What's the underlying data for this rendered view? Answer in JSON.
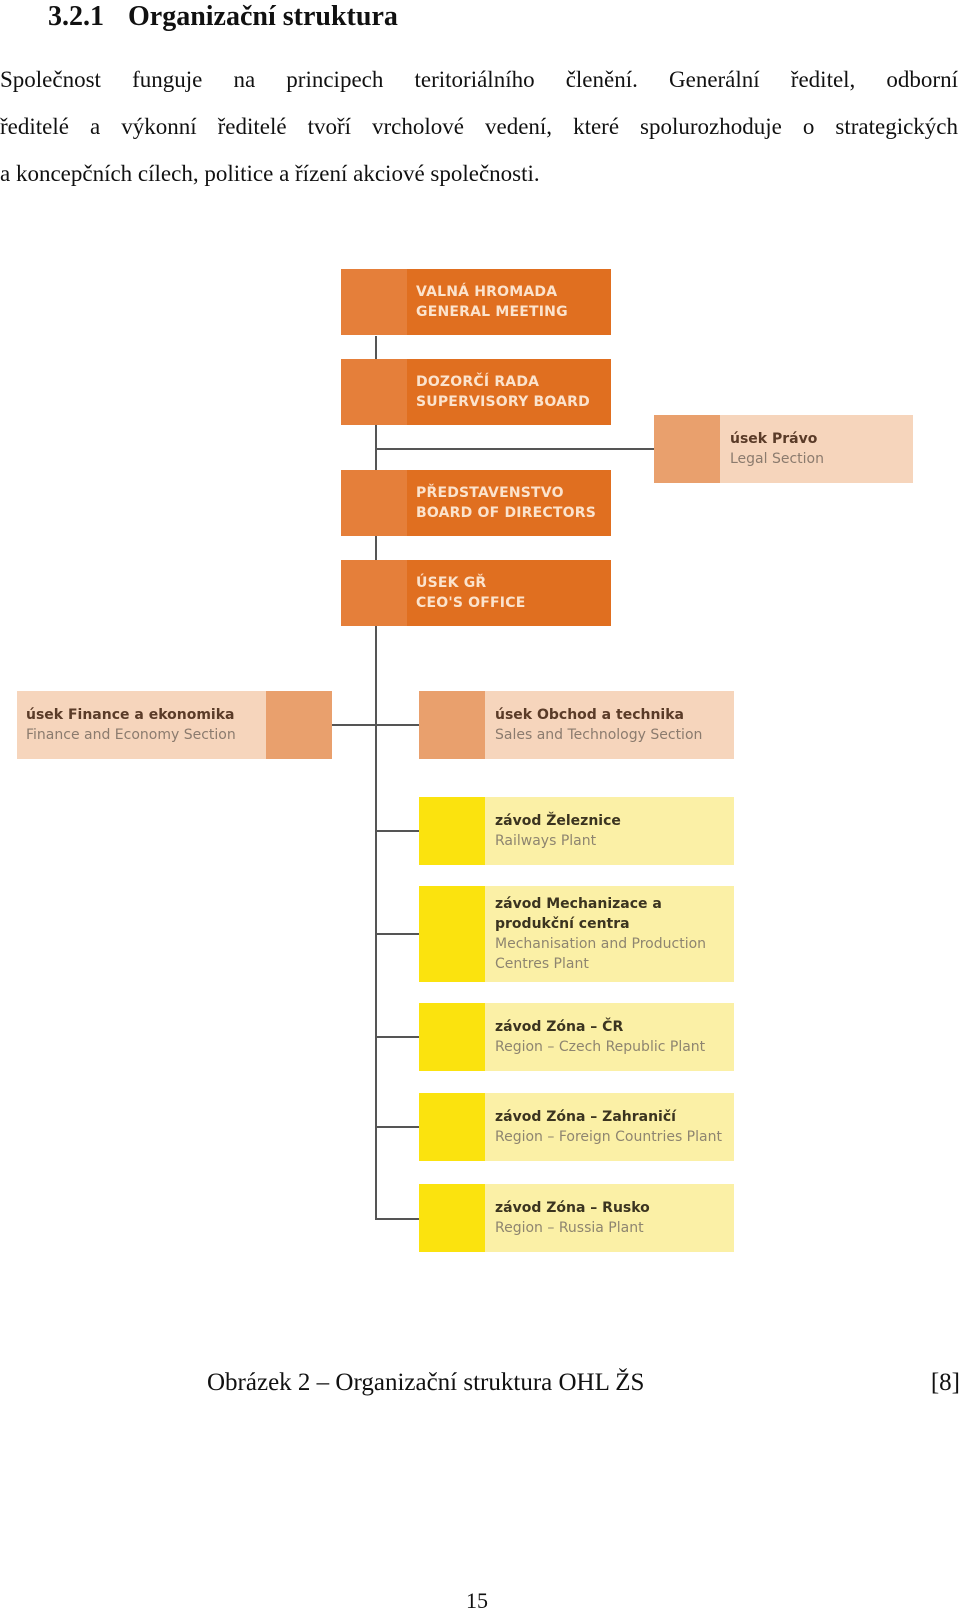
{
  "section": {
    "number": "3.2.1",
    "title": "Organizační struktura",
    "paragraph_lines": [
      "Společnost funguje na principech teritoriálního členění. Generální ředitel, odborní",
      "ředitelé a výkonní ředitelé tvoří vrcholové vedení, které spolurozhoduje o strategických",
      "a koncepčních cílech, politice a řízení akciové společnosti."
    ]
  },
  "org_chart": {
    "top_boxes": [
      {
        "cz": "VALNÁ HROMADA",
        "en": "GENERAL MEETING"
      },
      {
        "cz": "DOZORČÍ RADA",
        "en": "SUPERVISORY BOARD"
      },
      {
        "cz": "PŘEDSTAVENSTVO",
        "en": "BOARD OF DIRECTORS"
      },
      {
        "cz": "ÚSEK GŘ",
        "en": "CEO'S OFFICE"
      }
    ],
    "legal": {
      "cz": "úsek Právo",
      "en": "Legal Section"
    },
    "finance": {
      "cz": "úsek Finance a ekonomika",
      "en": "Finance and Economy Section"
    },
    "sales": {
      "cz": "úsek Obchod a technika",
      "en": "Sales and Technology Section"
    },
    "plants": [
      {
        "cz": "závod Železnice",
        "en": "Railways Plant"
      },
      {
        "cz": "závod Mechanizace a produkční centra",
        "en": "Mechanisation and Production Centres Plant"
      },
      {
        "cz": "závod Zóna – ČR",
        "en": "Region – Czech Republic Plant"
      },
      {
        "cz": "závod Zóna – Zahraničí",
        "en": "Region – Foreign Countries Plant"
      },
      {
        "cz": "závod Zóna – Rusko",
        "en": "Region – Russia Plant"
      }
    ],
    "colors": {
      "orange": "#e06f20",
      "peach": "#f6d5bc",
      "peach_tab": "#e9a06d",
      "yellow": "#fbf0a6",
      "yellow_tab": "#fbe30e",
      "line": "#555555"
    }
  },
  "figure": {
    "caption": "Obrázek 2 – Organizační struktura OHL ŽS",
    "reference": "[8]"
  },
  "page_number": "15"
}
